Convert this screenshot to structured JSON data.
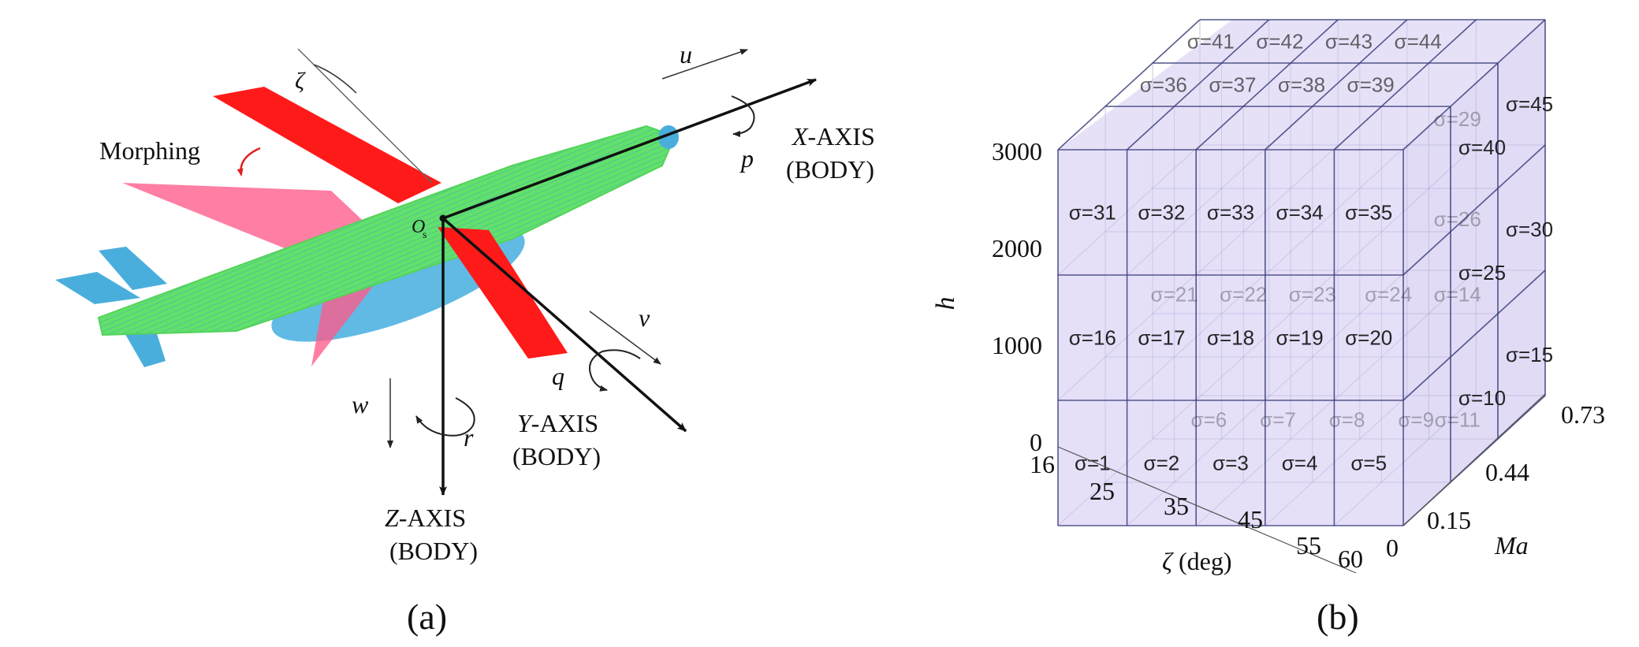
{
  "panel_a": {
    "caption": "(a)",
    "morphing_label": "Morphing",
    "zeta_symbol": "ζ",
    "origin_label": "O",
    "origin_subscript": "s",
    "x_axis": {
      "letter": "X",
      "rest": "-AXIS",
      "frame": "(BODY)"
    },
    "y_axis": {
      "letter": "Y",
      "rest": "-AXIS",
      "frame": "(BODY)"
    },
    "z_axis": {
      "letter": "Z",
      "rest": "-AXIS",
      "frame": "(BODY)"
    },
    "velocities": {
      "u": "u",
      "v": "v",
      "w": "w"
    },
    "rates": {
      "p": "p",
      "q": "q",
      "r": "r"
    },
    "colors": {
      "wing": "#ff1a1a",
      "wing_morph": "#ff5a8a",
      "fuselage": "#5fe35f",
      "tail": "#4aaedc"
    }
  },
  "panel_b": {
    "caption": "(b)",
    "y_axis_label": "h",
    "x_axis_label_symbol": "ζ",
    "x_axis_label_unit": " (deg)",
    "depth_axis_label": "Ma",
    "h_ticks": [
      "0",
      "1000",
      "2000",
      "3000"
    ],
    "zeta_ticks": [
      "16",
      "25",
      "35",
      "45",
      "55",
      "60"
    ],
    "ma_ticks": [
      "0",
      "0.15",
      "0.44",
      "0.73"
    ],
    "front_labels": [
      [
        "σ=1",
        "σ=2",
        "σ=3",
        "σ=4",
        "σ=5"
      ],
      [
        "σ=16",
        "σ=17",
        "σ=18",
        "σ=19",
        "σ=20"
      ],
      [
        "σ=31",
        "σ=32",
        "σ=33",
        "σ=34",
        "σ=35"
      ]
    ],
    "right_labels": [
      [
        "σ=10",
        "σ=15"
      ],
      [
        "σ=25",
        "σ=30"
      ],
      [
        "σ=40",
        "σ=45"
      ]
    ],
    "top_labels": [
      "σ=36",
      "σ=37",
      "σ=38",
      "σ=39",
      "σ=41",
      "σ=42",
      "σ=43",
      "σ=44"
    ],
    "ghost_labels": [
      "σ=6",
      "σ=7",
      "σ=8",
      "σ=9",
      "σ=11",
      "σ=14",
      "σ=21",
      "σ=22",
      "σ=23",
      "σ=24",
      "σ=26",
      "σ=29"
    ],
    "colors": {
      "fill": "#cfc4f2",
      "edge": "#3a3f7a"
    }
  }
}
